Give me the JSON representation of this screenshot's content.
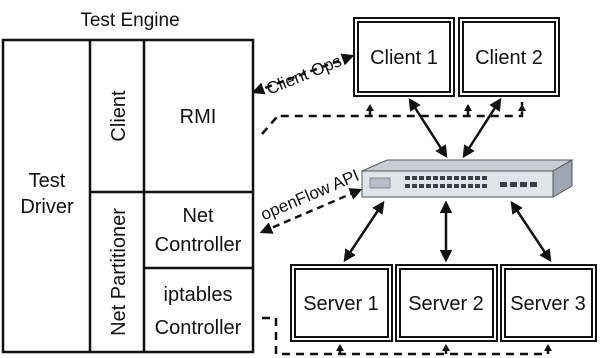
{
  "title": "Test Engine",
  "engine": {
    "test_driver": [
      "Test",
      "Driver"
    ],
    "client_layer": "Client",
    "net_partitioner": "Net Partitioner",
    "rmi": "RMI",
    "net_controller": [
      "Net",
      "Controller"
    ],
    "iptables_controller": [
      "iptables",
      "Controller"
    ]
  },
  "clients": [
    "Client 1",
    "Client 2"
  ],
  "servers": [
    "Server 1",
    "Server 2",
    "Server 3"
  ],
  "links": {
    "client_ops": "Client Ops",
    "openflow_api": "openFlow API"
  },
  "switch_icon": "network-switch-icon"
}
